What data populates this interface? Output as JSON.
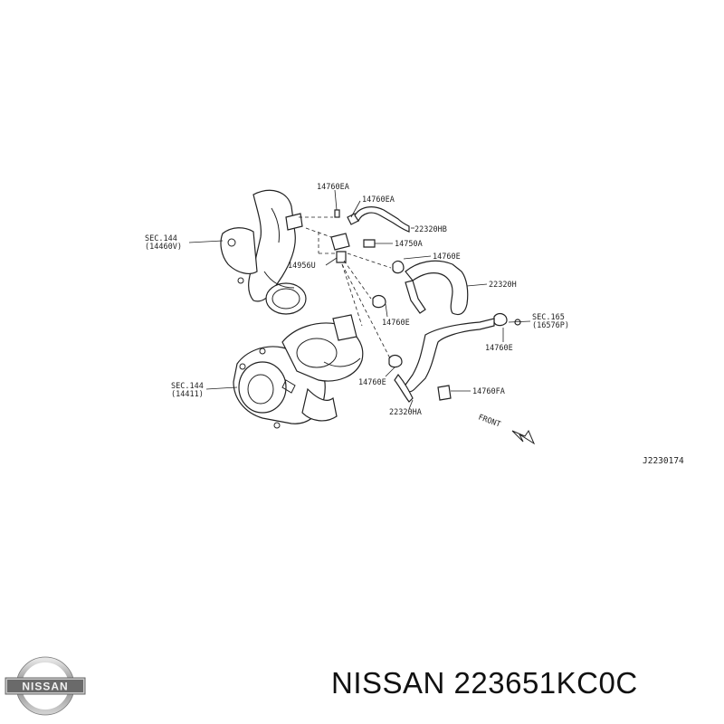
{
  "labels": {
    "sec144a_l1": "SEC.144",
    "sec144a_l2": "(14460V)",
    "sec144b_l1": "SEC.144",
    "sec144b_l2": "(14411)",
    "sec165_l1": "SEC.165",
    "sec165_l2": "(16576P)",
    "p14760ea_a": "14760EA",
    "p14760ea_b": "14760EA",
    "p22320hb": "22320HB",
    "p14750a": "14750A",
    "p14956u": "14956U",
    "p14760e_a": "14760E",
    "p22320h": "22320H",
    "p14760e_b": "14760E",
    "p14760e_c": "14760E",
    "p14760e_d": "14760E",
    "p14760fa": "14760FA",
    "p22320ha": "22320HA",
    "front": "FRONT",
    "ref_code": "J2230174"
  },
  "logo": {
    "text": "NISSAN"
  },
  "caption": {
    "text": "NISSAN 223651KC0C"
  }
}
